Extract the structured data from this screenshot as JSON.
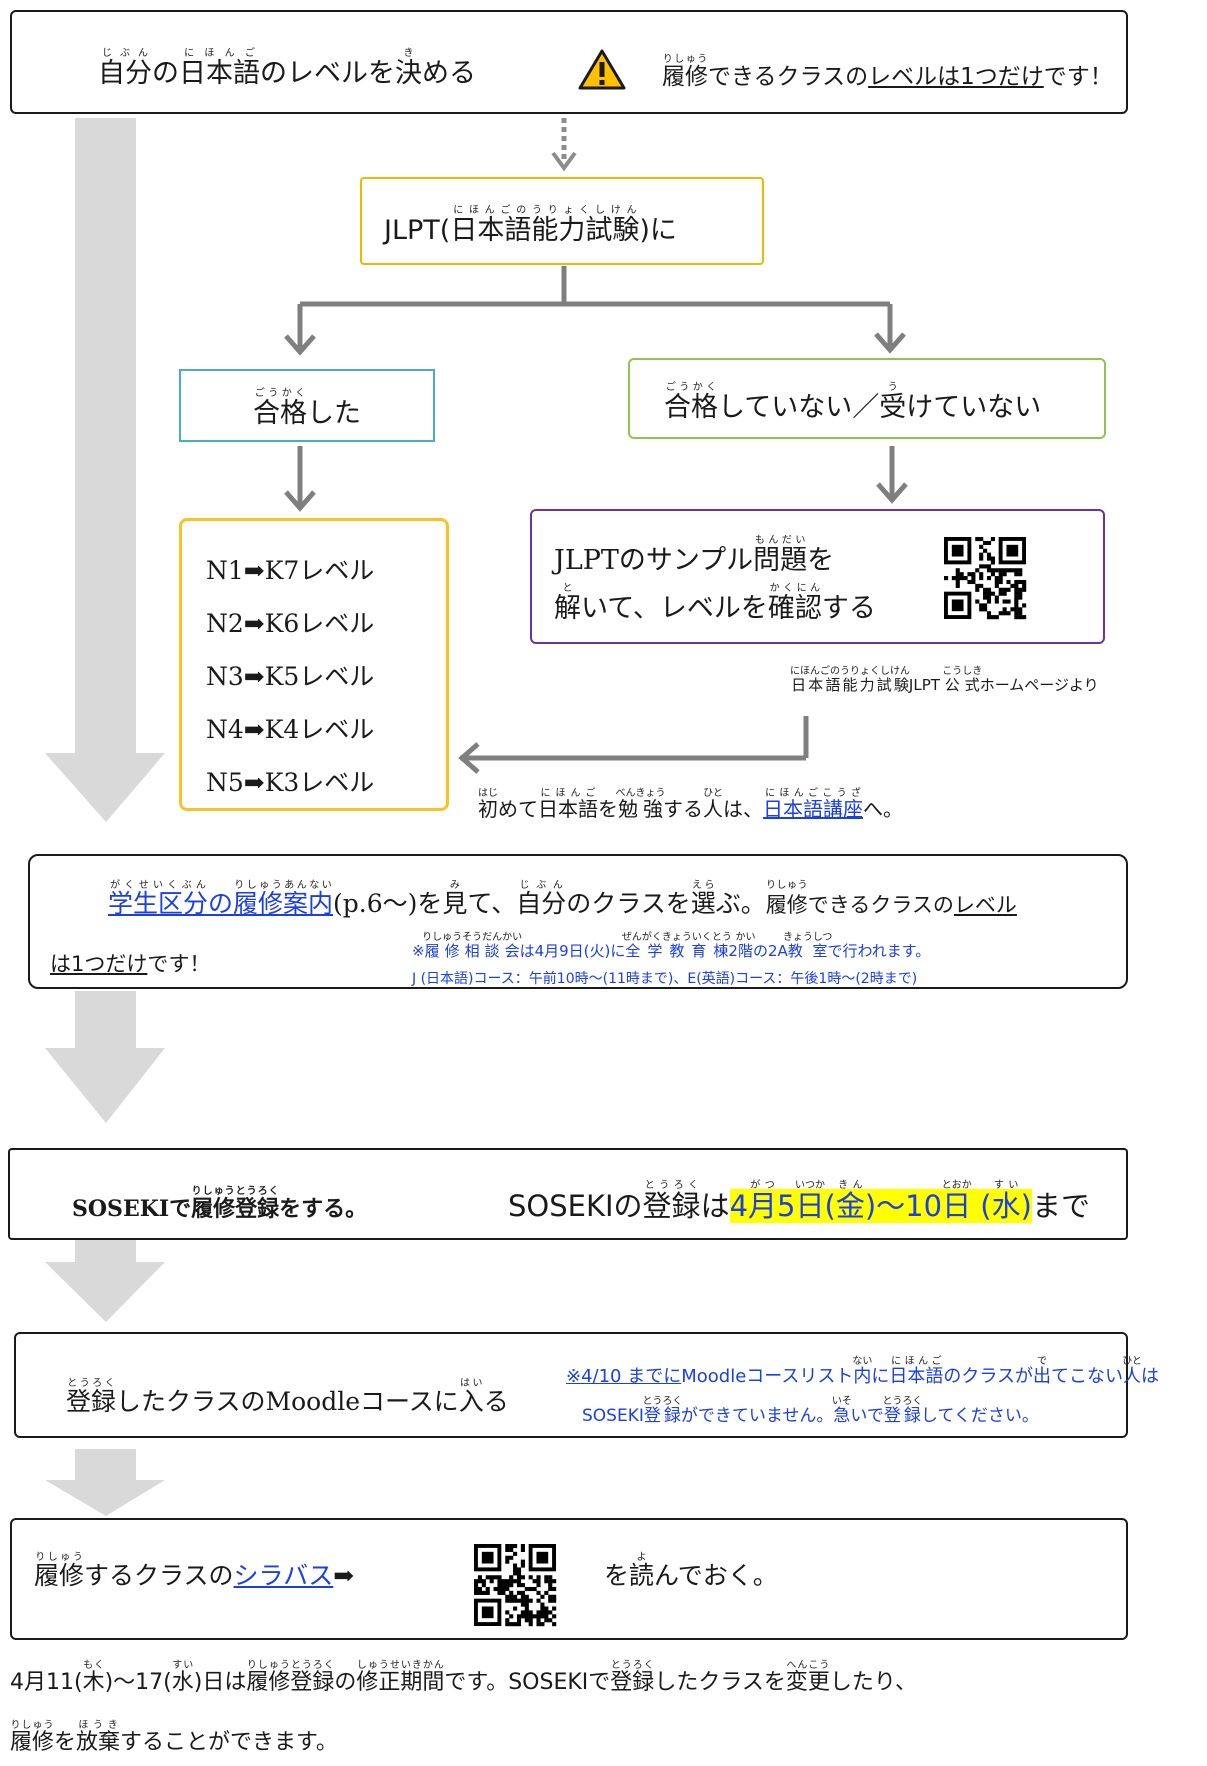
{
  "colors": {
    "gray_arrow": "#d9d9d9",
    "connector": "#7f7f7f",
    "jlpt_border": "#f2b705",
    "passed_border": "#4bacc6",
    "notpassed_border": "#8ec44f",
    "sample_border": "#7030a0",
    "link": "#1a3ee8",
    "highlight": "#ffff00"
  },
  "step1": {
    "left_text": "自分の日本語のレベルを決める",
    "warning_icon": "warning-triangle-icon",
    "right_prefix": "履修できるクラスの",
    "right_underlined": "レベルは1つだけ",
    "right_suffix": "です！"
  },
  "jlpt": {
    "text": "JLPT(日本語能力試験)に"
  },
  "passed": {
    "text": "合格した"
  },
  "not_passed": {
    "text": "合格していない／受けていない"
  },
  "levels": [
    "N1➡K7レベル",
    "N2➡K6レベル",
    "N3➡K5レベル",
    "N4➡K4レベル",
    "N5➡K3レベル"
  ],
  "sample": {
    "line1": "JLPTのサンプル問題を",
    "line2": "解いて、レベルを確認する",
    "source": "日本語能力試験JLPT 公式ホームページより"
  },
  "beginner": {
    "prefix": "初めて日本語を勉強する人は、",
    "link": "日本語講座",
    "suffix": "へ。"
  },
  "step2": {
    "link": "学生区分の履修案内",
    "text1": "(p.6～)を見て、自分のクラスを選ぶ。履修できるクラスの",
    "underlined1": "レベル",
    "underlined2": "は1つだけ",
    "suffix": "です！",
    "note1": "※履修相談会は4月9日(火)に全学教育棟2階の2A教室で行われます。",
    "note2": "J (日本語)コース：午前10時～(11時まで)、E(英語)コース：午後1時～(2時まで)"
  },
  "step3": {
    "left": "SOSEKIで履修登録をする。",
    "right_prefix": "SOSEKIの登録は",
    "right_highlight": "4月5日(金)～10日 (水)",
    "right_suffix": "まで"
  },
  "step4": {
    "text": "登録したクラスのMoodleコースに入る",
    "note1": "※4/10 までにMoodleコースリスト内に日本語のクラスが出てこない人は",
    "note2": "SOSEKI登録ができていません。急いで登録してください。"
  },
  "step5": {
    "prefix": "履修するクラスの",
    "link": "シラバス",
    "arrow": "➡",
    "suffix": "を読んでおく。"
  },
  "footer": {
    "line1": "4月11(木)～17(水)日は履修登録の修正期間です。SOSEKIで登録したクラスを変更したり、",
    "line2": "履修を放棄することができます。"
  }
}
